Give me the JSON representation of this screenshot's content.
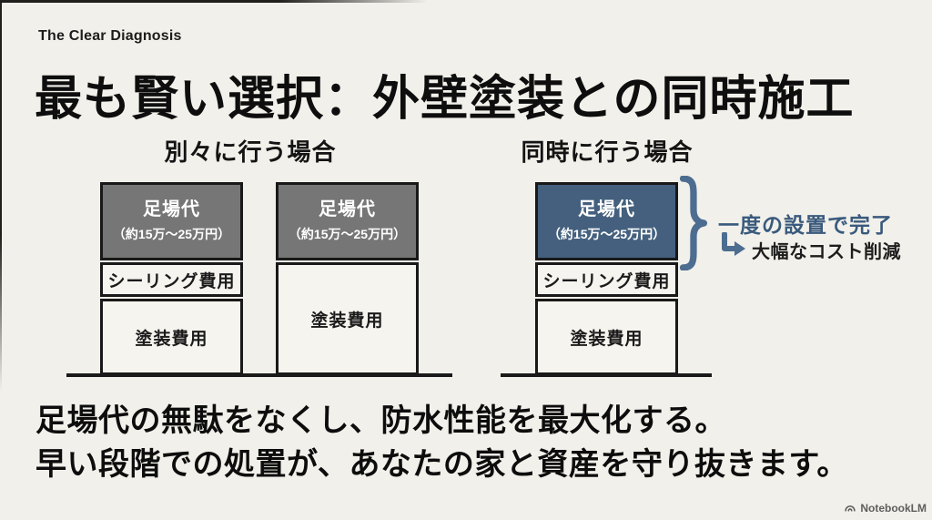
{
  "slide": {
    "eyebrow": "The Clear Diagnosis",
    "title": "最も賢い選択：外壁塗装との同時施工",
    "message": [
      "足場代の無駄をなくし、防水性能を最大化する。",
      "早い段階での処置が、あなたの家と資産を守り抜きます。"
    ],
    "brand": "NotebookLM"
  },
  "comparison": {
    "left": {
      "header": "別々に行う場合",
      "bars": [
        {
          "segments": [
            {
              "label": "足場代",
              "sublabel": "（約15万〜25万円）"
            },
            {
              "label": "シーリング費用"
            },
            {
              "label": "塗装費用"
            }
          ]
        },
        {
          "segments": [
            {
              "label": "足場代",
              "sublabel": "（約15万〜25万円）"
            },
            {
              "label": "塗装費用"
            }
          ]
        }
      ]
    },
    "right": {
      "header": "同時に行う場合",
      "bar": {
        "segments": [
          {
            "label": "足場代",
            "sublabel": "（約15万〜25万円）"
          },
          {
            "label": "シーリング費用"
          },
          {
            "label": "塗装費用"
          }
        ]
      },
      "annotation": {
        "result": "一度の設置で完了",
        "benefit": "大幅なコスト削減"
      }
    }
  },
  "colors": {
    "background": "#f1f0ea",
    "scaffold_gray": "#767676",
    "scaffold_highlight_blue": "#44607e",
    "accent_slate_blue": "#4c6d90",
    "annotation_text_blue": "#3a5a7d",
    "border_black": "#191919"
  }
}
